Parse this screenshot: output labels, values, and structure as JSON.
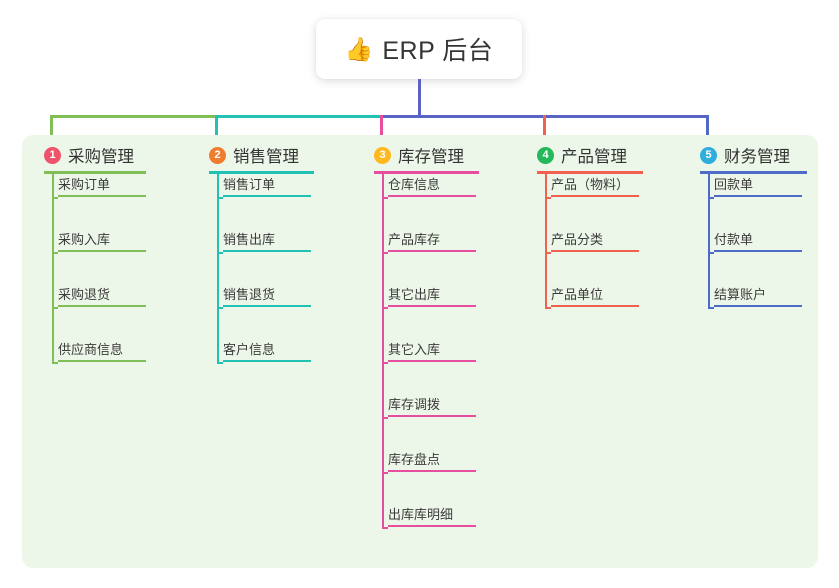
{
  "root": {
    "emoji": "👍",
    "emoji_name": "thumbs-up-emoji",
    "title": "ERP 后台"
  },
  "colors": {
    "panel_bg": "#edf7e9",
    "page_bg": "#ffffff",
    "root_trunk": "#5a62c4",
    "text": "#3b3b3b"
  },
  "columns": [
    {
      "index": "1",
      "title": "采购管理",
      "badge_color": "#ef546c",
      "line_color": "#7fbf56",
      "items": [
        "采购订单",
        "采购入库",
        "采购退货",
        "供应商信息"
      ]
    },
    {
      "index": "2",
      "title": "销售管理",
      "badge_color": "#f07c30",
      "line_color": "#21c1b4",
      "items": [
        "销售订单",
        "销售出库",
        "销售退货",
        "客户信息"
      ]
    },
    {
      "index": "3",
      "title": "库存管理",
      "badge_color": "#ffb81f",
      "line_color": "#e64e9e",
      "items": [
        "仓库信息",
        "产品库存",
        "其它出库",
        "其它入库",
        "库存调拨",
        "库存盘点",
        "出库库明细"
      ]
    },
    {
      "index": "4",
      "title": "产品管理",
      "badge_color": "#24b85b",
      "line_color": "#f2604f",
      "items": [
        "产品（物料）",
        "产品分类",
        "产品单位"
      ]
    },
    {
      "index": "5",
      "title": "财务管理",
      "badge_color": "#2fadde",
      "line_color": "#4f6bc8",
      "items": [
        "回款单",
        "付款单",
        "结算账户"
      ]
    }
  ],
  "connectors": {
    "bus_segments": [
      {
        "name": "bus-green",
        "color": "#7fbf56"
      },
      {
        "name": "bus-teal",
        "color": "#21c1b4"
      },
      {
        "name": "bus-indigo",
        "color": "#5a62c4"
      }
    ],
    "drops": [
      {
        "name": "drop-purchasing",
        "color": "#7fbf56"
      },
      {
        "name": "drop-sales",
        "color": "#21c1b4"
      },
      {
        "name": "drop-inventory",
        "color": "#e64e9e"
      },
      {
        "name": "drop-product",
        "color": "#f2604f"
      },
      {
        "name": "drop-finance",
        "color": "#4f6bc8"
      }
    ]
  }
}
